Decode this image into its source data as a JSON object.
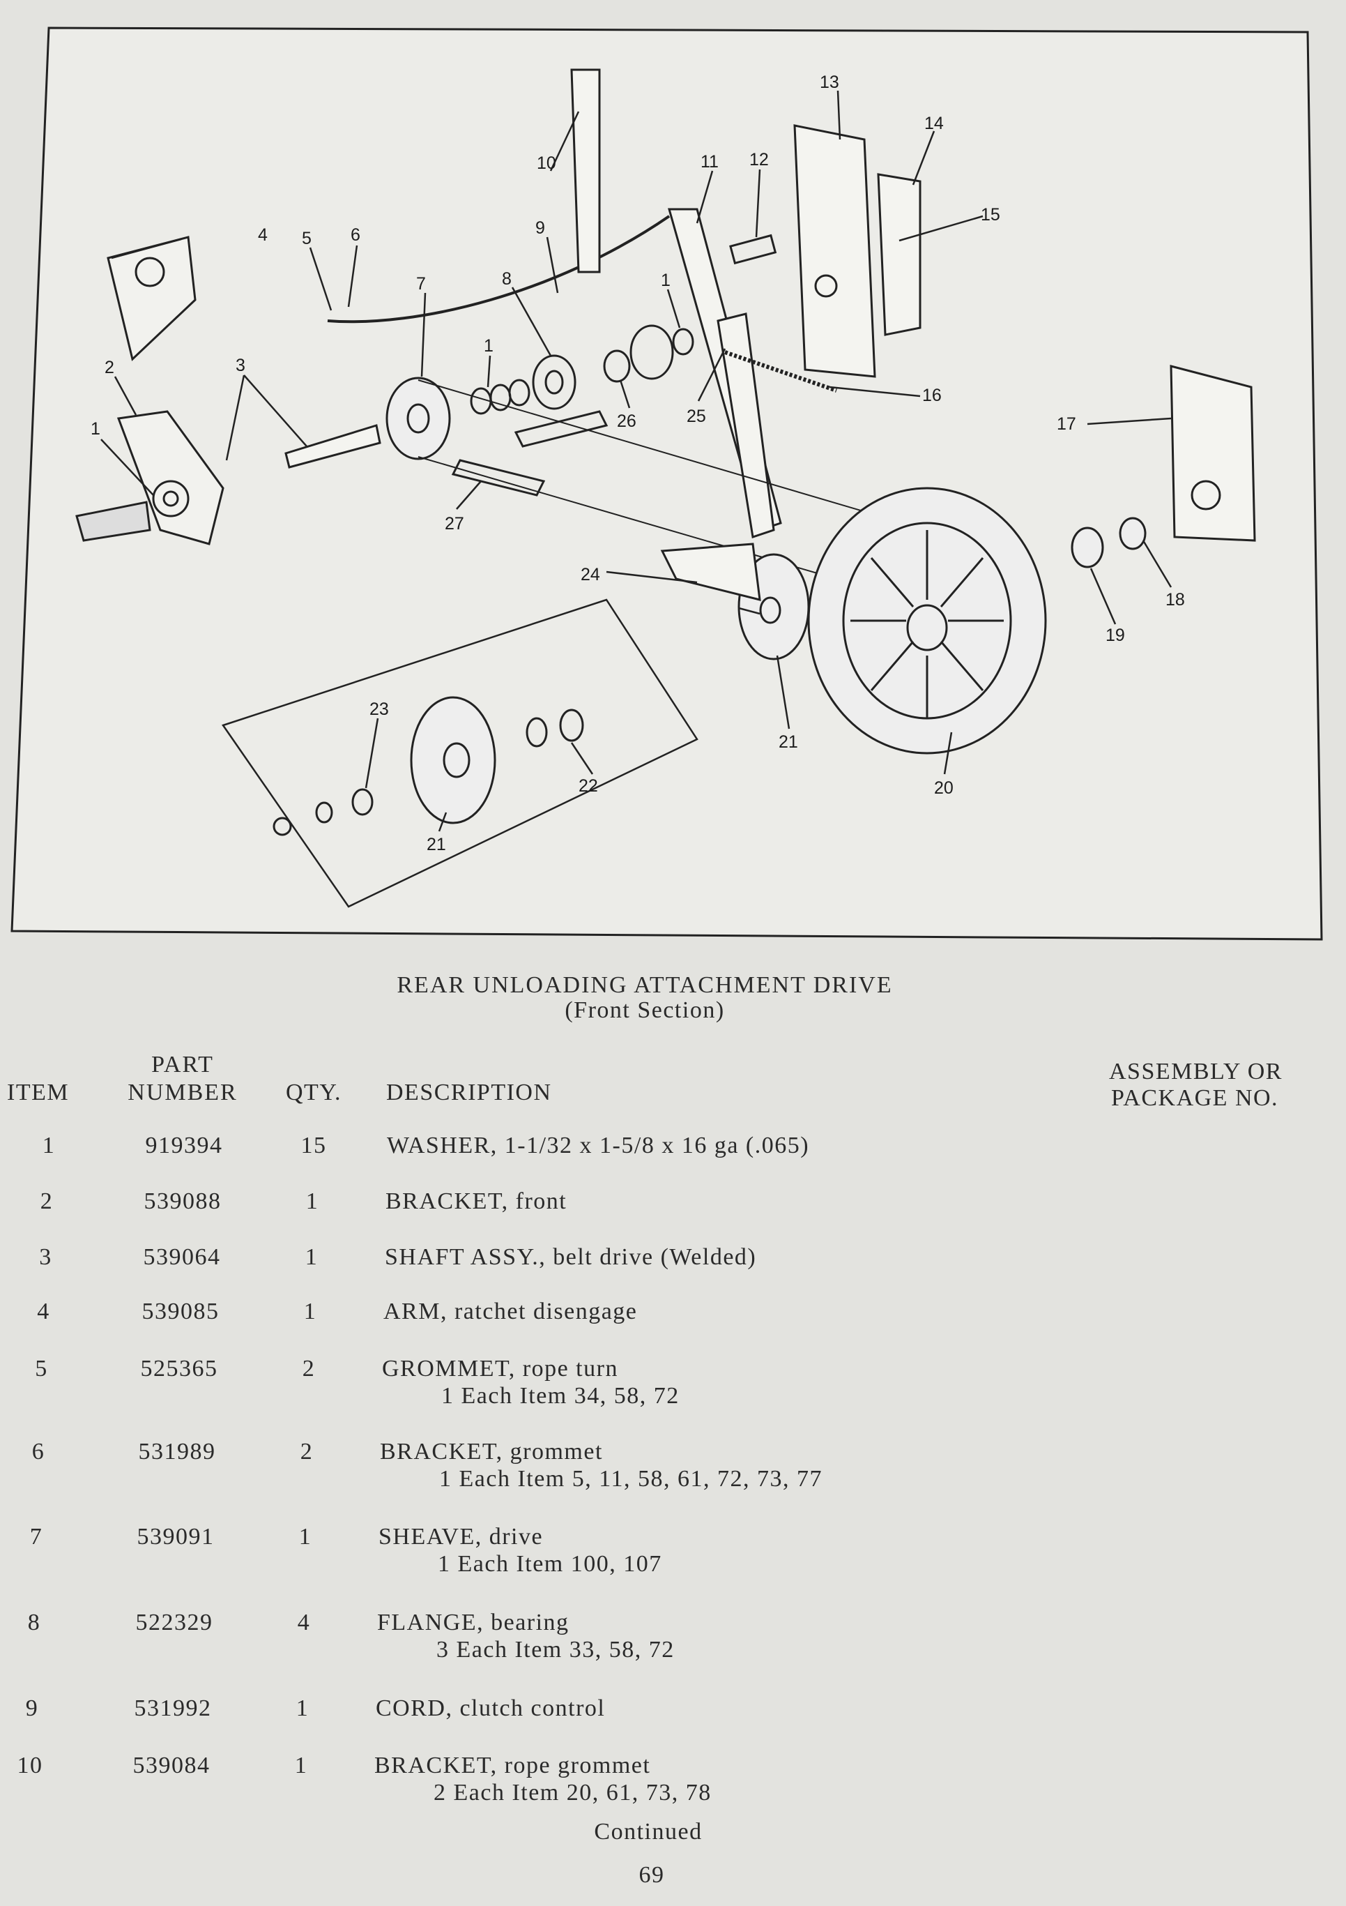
{
  "diagram": {
    "callouts": [
      "1",
      "2",
      "3",
      "4",
      "5",
      "6",
      "7",
      "8",
      "9",
      "10",
      "11",
      "12",
      "13",
      "14",
      "15",
      "16",
      "17",
      "18",
      "19",
      "20",
      "21",
      "22",
      "23",
      "24",
      "25",
      "26",
      "27",
      "1",
      "1",
      "21"
    ]
  },
  "title": "REAR UNLOADING ATTACHMENT DRIVE",
  "subtitle": "(Front Section)",
  "columns": {
    "item": "ITEM",
    "part_line1": "PART",
    "part_line2": "NUMBER",
    "qty": "QTY.",
    "description": "DESCRIPTION",
    "assembly_line1": "ASSEMBLY OR",
    "assembly_line2": "PACKAGE NO."
  },
  "rows": [
    {
      "item": "1",
      "part": "919394",
      "qty": "15",
      "desc": "WASHER, 1-1/32 x 1-5/8 x 16 ga (.065)",
      "sub": ""
    },
    {
      "item": "2",
      "part": "539088",
      "qty": "1",
      "desc": "BRACKET, front",
      "sub": ""
    },
    {
      "item": "3",
      "part": "539064",
      "qty": "1",
      "desc": "SHAFT ASSY., belt drive (Welded)",
      "sub": ""
    },
    {
      "item": "4",
      "part": "539085",
      "qty": "1",
      "desc": "ARM, ratchet disengage",
      "sub": ""
    },
    {
      "item": "5",
      "part": "525365",
      "qty": "2",
      "desc": "GROMMET, rope turn",
      "sub": "1 Each Item 34, 58, 72"
    },
    {
      "item": "6",
      "part": "531989",
      "qty": "2",
      "desc": "BRACKET, grommet",
      "sub": "1 Each Item 5, 11, 58, 61, 72, 73, 77"
    },
    {
      "item": "7",
      "part": "539091",
      "qty": "1",
      "desc": "SHEAVE, drive",
      "sub": "1 Each Item 100, 107"
    },
    {
      "item": "8",
      "part": "522329",
      "qty": "4",
      "desc": "FLANGE, bearing",
      "sub": "3 Each Item 33, 58, 72"
    },
    {
      "item": "9",
      "part": "531992",
      "qty": "1",
      "desc": "CORD, clutch control",
      "sub": ""
    },
    {
      "item": "10",
      "part": "539084",
      "qty": "1",
      "desc": "BRACKET, rope grommet",
      "sub": "2 Each Item 20, 61, 73, 78"
    }
  ],
  "continued": "Continued",
  "page_number": "69"
}
